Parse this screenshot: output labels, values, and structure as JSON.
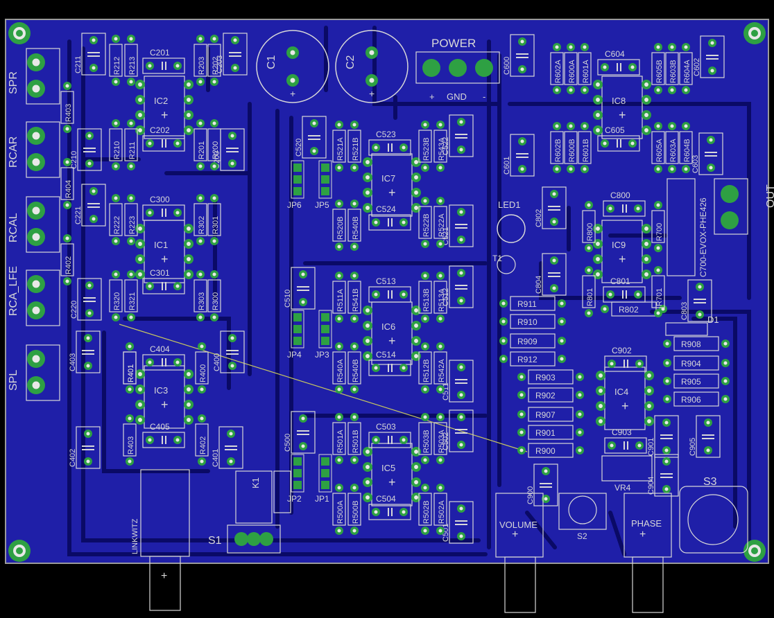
{
  "colors": {
    "background": "#000000",
    "board": "#1f1fa8",
    "trace": "#0a0a66",
    "silk": "#d8d8d8",
    "pad": "#2ea043",
    "drill": "#e8e8e8",
    "airwire": "#c8c860"
  },
  "labels": {
    "power": "POWER",
    "gnd": "GND",
    "plus": "+",
    "minus": "-",
    "c1": "C1",
    "c2": "C2",
    "ic1": "IC1",
    "ic2": "IC2",
    "ic3": "IC3",
    "ic4": "IC4",
    "ic5": "IC5",
    "ic6": "IC6",
    "ic7": "IC7",
    "ic8": "IC8",
    "ic9": "IC9",
    "led1": "LED1",
    "t1": "T1",
    "d1": "D1",
    "k1": "K1",
    "s1": "S1",
    "s2": "S2",
    "s3": "S3",
    "vr4": "VR4",
    "volume": "VOLUME",
    "phase": "PHASE",
    "linkwitz": "LINKWITZ",
    "out": "OUT",
    "c700": "C700-EVOX-PHE426"
  },
  "connectors": [
    {
      "name": "SPR"
    },
    {
      "name": "RCAR"
    },
    {
      "name": "RCAL"
    },
    {
      "name": "RCA_LFE"
    },
    {
      "name": "SPL"
    }
  ],
  "capacitors": [
    "C211",
    "C201",
    "C203",
    "C202",
    "C210",
    "C200",
    "C221",
    "C300",
    "C220",
    "C301",
    "C403",
    "C404",
    "C400",
    "C405",
    "C402",
    "C401",
    "C520",
    "C523",
    "C522",
    "C524",
    "C521",
    "C510",
    "C513",
    "C512",
    "C514",
    "C511",
    "C500",
    "C503",
    "C502",
    "C504",
    "C501",
    "C600",
    "C604",
    "C602",
    "C601",
    "C605",
    "C603",
    "C802",
    "C800",
    "C804",
    "C801",
    "C803",
    "C902",
    "C903",
    "C900",
    "C901",
    "C905",
    "C904"
  ],
  "resistors": [
    "R212",
    "R213",
    "R203",
    "R202",
    "R403",
    "R210",
    "R211",
    "R201",
    "R200",
    "R404",
    "R222",
    "R223",
    "R302",
    "R301",
    "R402",
    "R320",
    "R321",
    "R303",
    "R300",
    "R401",
    "R401",
    "R400",
    "R403",
    "R402",
    "R521A",
    "R521B",
    "R520B",
    "R540B",
    "R523B",
    "R543A",
    "R522B",
    "R522A",
    "R511A",
    "R541B",
    "R540A",
    "R540B",
    "R513B",
    "R513A",
    "R512B",
    "R542A",
    "R501A",
    "R501B",
    "R500A",
    "R500B",
    "R503B",
    "R503A",
    "R502B",
    "R502A",
    "R602A",
    "R600A",
    "R601A",
    "R602B",
    "R600B",
    "R601B",
    "R605B",
    "R603B",
    "R604A",
    "R605A",
    "R603A",
    "R604B",
    "R800",
    "R700",
    "R801",
    "R802",
    "R701",
    "R911",
    "R910",
    "R909",
    "R912",
    "R903",
    "R902",
    "R907",
    "R901",
    "R900",
    "R908",
    "R904",
    "R905",
    "R906"
  ],
  "jumpers": [
    "JP1",
    "JP2",
    "JP3",
    "JP4",
    "JP5",
    "JP6"
  ]
}
